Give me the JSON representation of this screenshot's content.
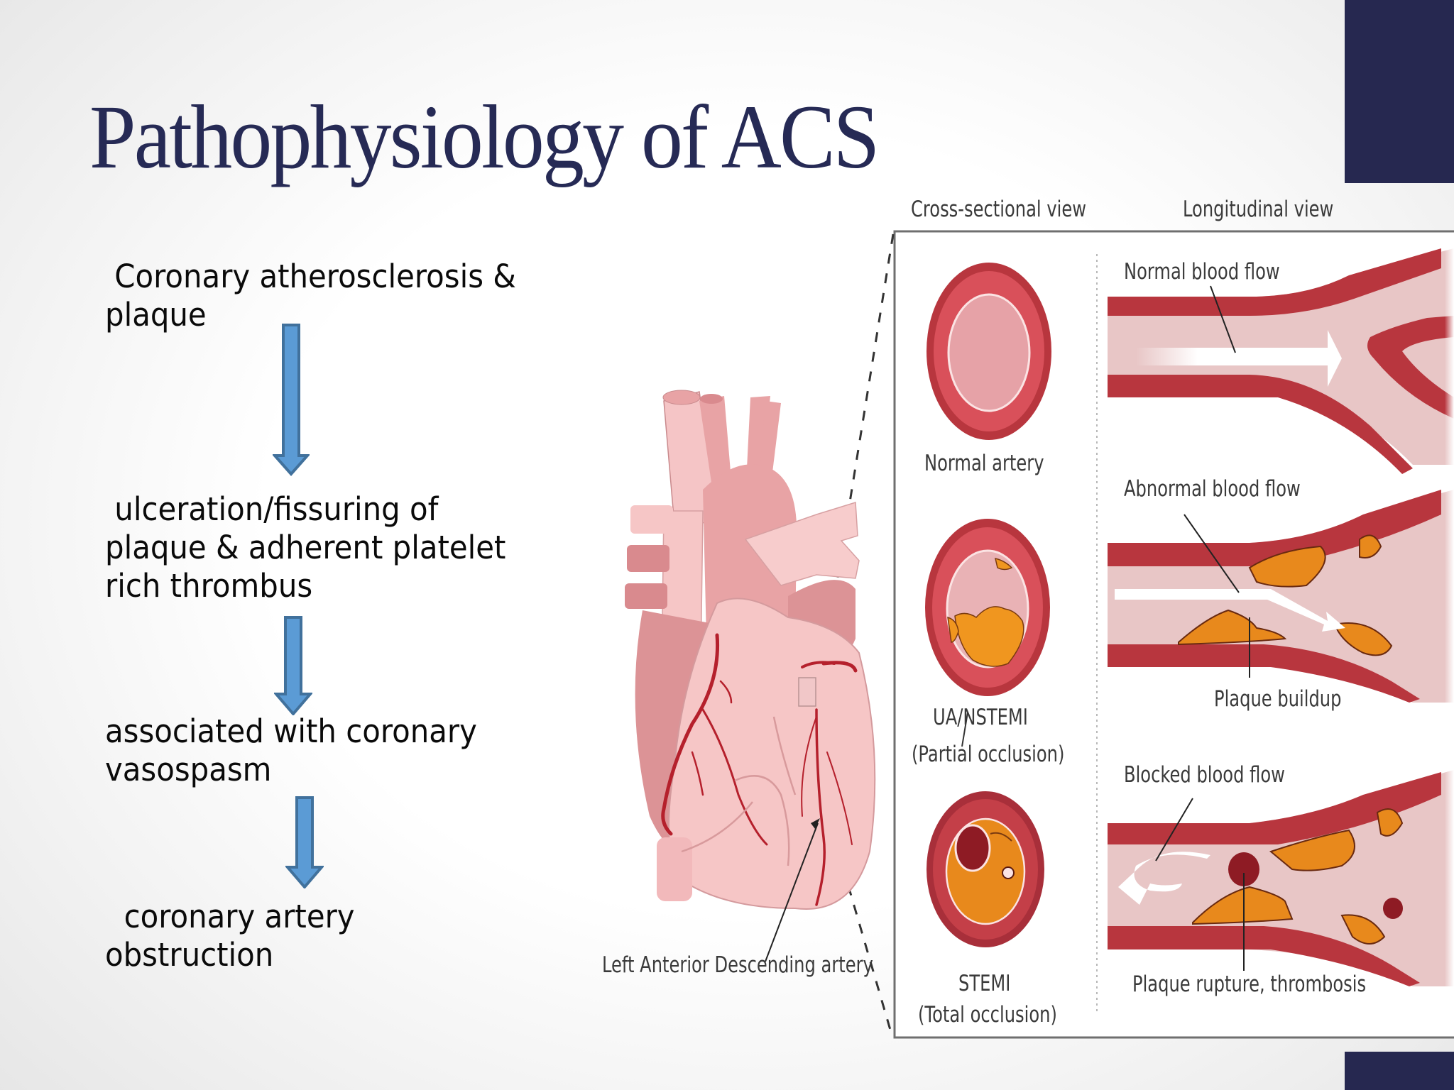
{
  "slide": {
    "title": "Pathophysiology of ACS",
    "accent_color": "#262850",
    "title_color": "#262a55"
  },
  "flow": {
    "steps": [
      {
        "line1": " Coronary atherosclerosis &",
        "line2": "plaque",
        "line3": ""
      },
      {
        "line1": " ulceration/fissuring of",
        "line2": "plaque & adherent platelet",
        "line3": "rich thrombus"
      },
      {
        "line1": "associated with coronary",
        "line2": "vasospasm",
        "line3": ""
      },
      {
        "line1": "  coronary artery",
        "line2": "obstruction",
        "line3": ""
      }
    ],
    "arrow_color": "#5b9bd5",
    "arrow_border": "#41719c",
    "arrow_icon": "down-arrow-icon"
  },
  "figure": {
    "headers": {
      "cross_sectional": "Cross-sectional view",
      "longitudinal": "Longitudinal view"
    },
    "heart_label": "Left Anterior Descending artery",
    "rows": [
      {
        "cross_label_1": "Normal  artery",
        "cross_label_2": "",
        "flow_label": "Normal blood flow",
        "detail_label": ""
      },
      {
        "cross_label_1": "UA/NSTEMI",
        "cross_label_2": "(Partial occlusion)",
        "flow_label": "Abnormal blood flow",
        "detail_label": "Plaque buildup"
      },
      {
        "cross_label_1": "STEMI",
        "cross_label_2": "(Total occlusion)",
        "flow_label": "Blocked blood flow",
        "detail_label": "Plaque rupture, thrombosis"
      }
    ],
    "colors": {
      "vessel_outer": "#b8363e",
      "vessel_mid": "#d9505a",
      "lumen": "#e8b4b6",
      "plaque": "#e8891c",
      "thrombus": "#8e1b24",
      "heart_light": "#f6c6c6",
      "heart_mid": "#e8a3a5",
      "heart_dark": "#d98a8e",
      "coronary": "#b5202c"
    }
  }
}
